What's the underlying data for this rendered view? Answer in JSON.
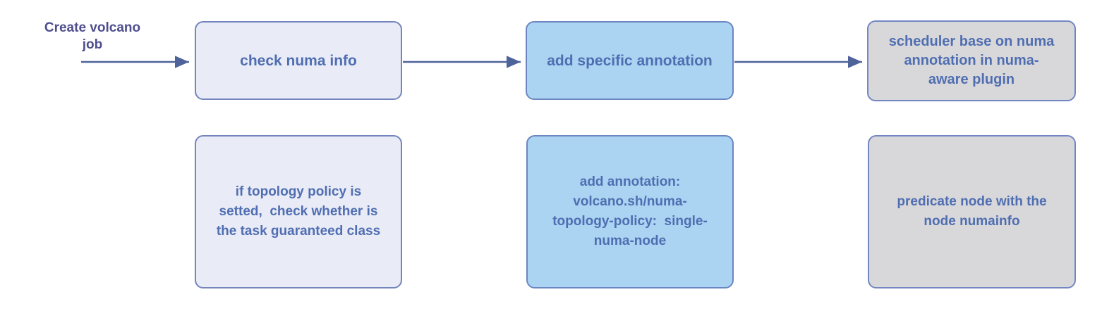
{
  "start_label": "Create volcano\njob",
  "flow": {
    "nodes": [
      {
        "id": "check-numa-info",
        "label": "check numa info",
        "theme": "lavender"
      },
      {
        "id": "add-specific-annotation",
        "label": "add specific annotation",
        "theme": "blue"
      },
      {
        "id": "scheduler-numa-aware",
        "label": "scheduler base on numa\nannotation in numa-\naware plugin",
        "theme": "gray"
      }
    ],
    "notes": [
      {
        "id": "topology-policy-check",
        "label": "if topology policy is\nsetted,  check whether is\nthe task guaranteed class",
        "theme": "lavender"
      },
      {
        "id": "add-annotation-detail",
        "label": "add annotation:\nvolcano.sh/numa-\ntopology-policy:  single-\nnuma-node",
        "theme": "blue"
      },
      {
        "id": "predicate-node",
        "label": "predicate node with the\nnode numainfo",
        "theme": "gray"
      }
    ],
    "arrows": [
      {
        "from": "start",
        "to": "check-numa-info"
      },
      {
        "from": "check-numa-info",
        "to": "add-specific-annotation"
      },
      {
        "from": "add-specific-annotation",
        "to": "scheduler-numa-aware"
      }
    ]
  },
  "colors": {
    "lavender-fill": "#E9EBF7",
    "lavender-border": "#7384BE",
    "blue-fill": "#AAD4F2",
    "blue-border": "#6C86C2",
    "gray-fill": "#D8D8DA",
    "gray-border": "#7386C4",
    "node-text": "#4F6EB1",
    "label-text": "#4E4E8E",
    "arrow": "#4F639B"
  }
}
